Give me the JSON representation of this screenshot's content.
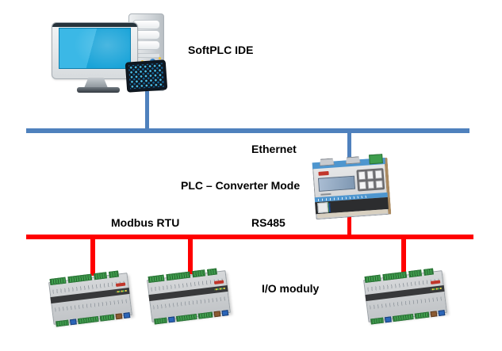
{
  "labels": {
    "softplc_ide": "SoftPLC IDE",
    "ethernet": "Ethernet",
    "plc_converter_mode": "PLC – Converter Mode",
    "modbus_rtu": "Modbus RTU",
    "rs485": "RS485",
    "io_moduly": "I/O moduly"
  },
  "colors": {
    "ethernet_line": "#4F81BD",
    "serial_line": "#FF0000",
    "label_text": "#000000",
    "plc_blue": "#4E96CF",
    "plc_side_tan": "#AB8A60",
    "terminal_green": "#3F9E4D",
    "band_dark": "#37383A",
    "logo_red": "#C1362B"
  },
  "devices": {
    "workstation_icon": "desktop-computer-icon",
    "controller_icon": "plc-converter-icon",
    "io_module_icon": "io-module-icon",
    "io_module_count": 3
  }
}
